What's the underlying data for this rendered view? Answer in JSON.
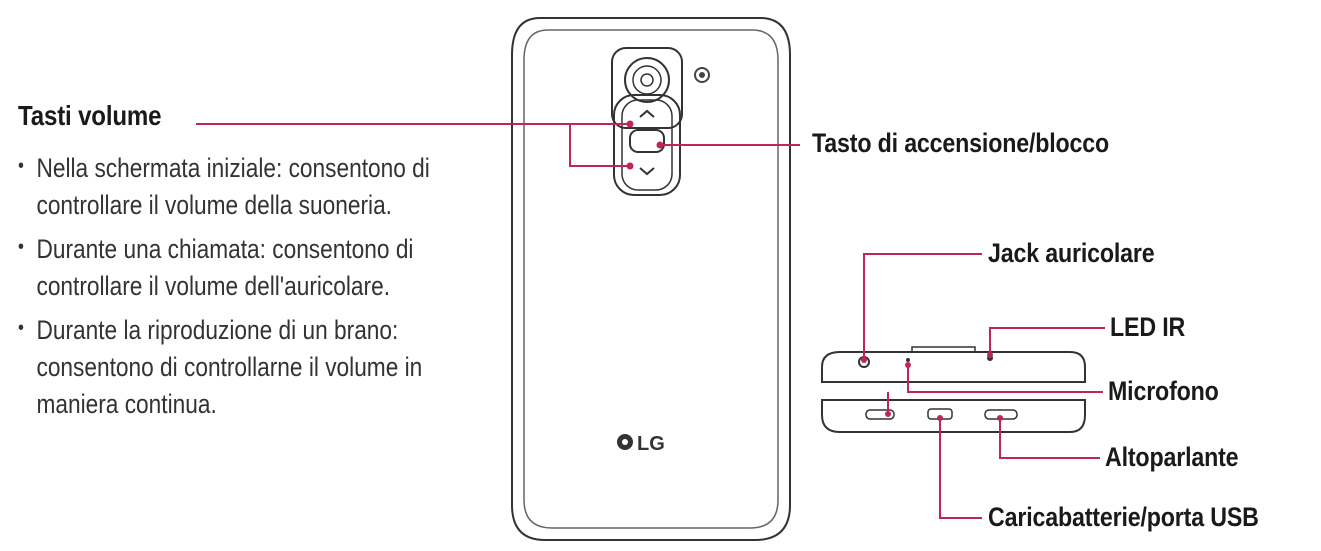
{
  "left": {
    "heading": "Tasti volume",
    "bullets": [
      "Nella schermata iniziale: consentono di controllare il volume della suoneria.",
      "Durante una chiamata: consentono di controllare il volume dell'auricolare.",
      "Durante la riproduzione di un brano: consentono di controllarne il volume in maniera continua."
    ]
  },
  "labels": {
    "power_key": "Tasto di accensione/blocco",
    "headset_jack": "Jack auricolare",
    "ir_led": "LED IR",
    "microphone": "Microfono",
    "speaker": "Altoparlante",
    "charger_port": "Caricabatterie/porta USB"
  },
  "phone": {
    "brand": "LG"
  },
  "colors": {
    "leader_line": "#c0245c",
    "outline": "#333333"
  },
  "icons": [
    "camera-icon",
    "flash-icon",
    "volume-up-icon",
    "volume-down-icon",
    "lg-logo-icon"
  ]
}
